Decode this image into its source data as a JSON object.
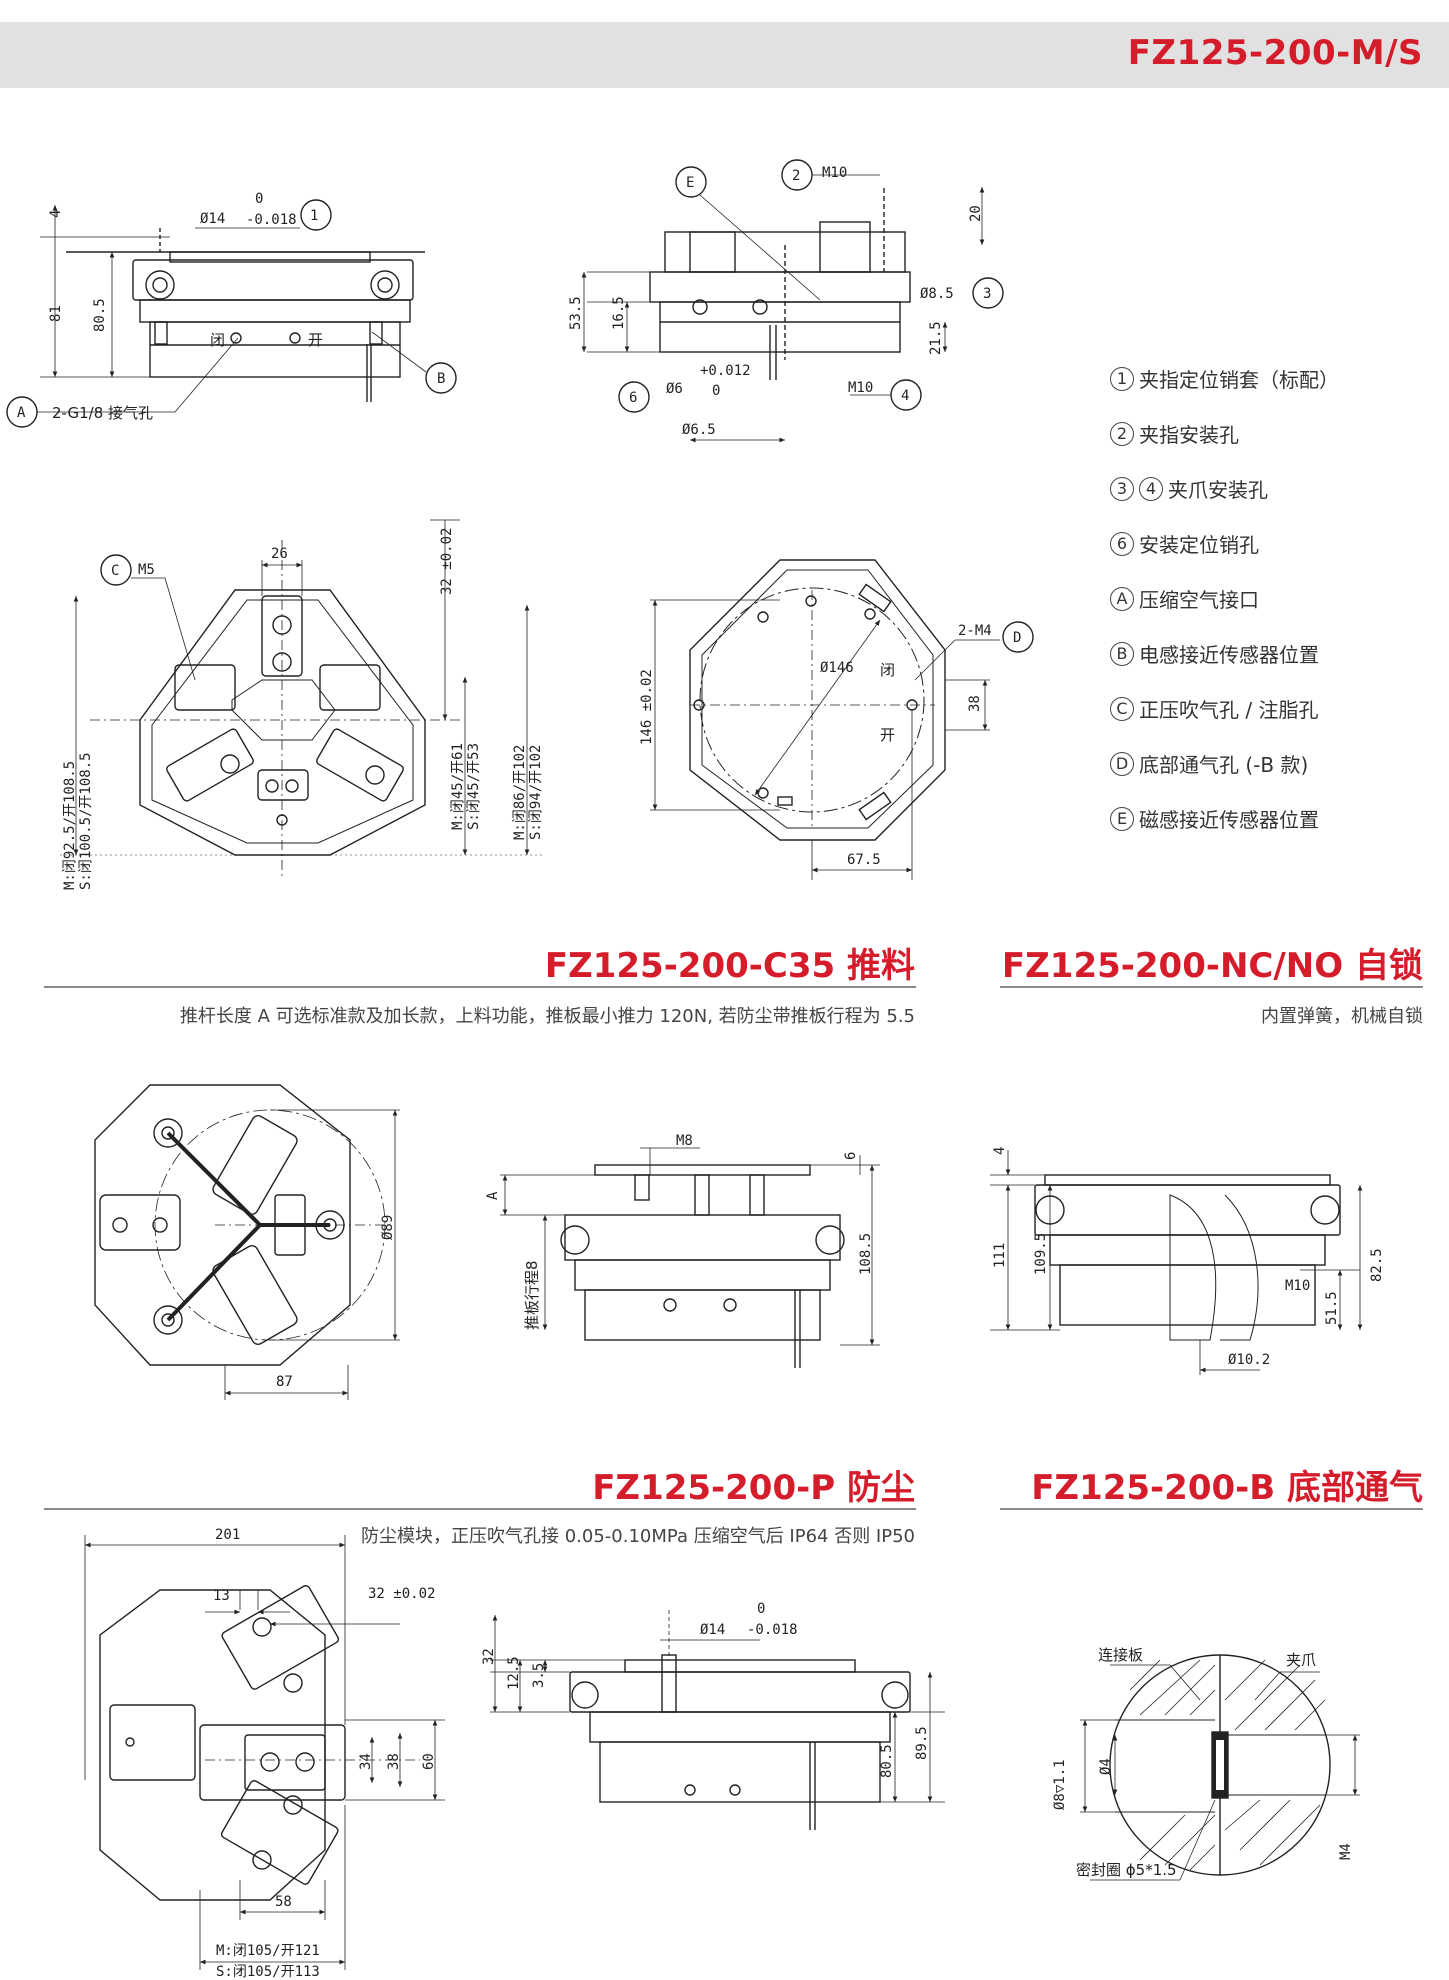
{
  "header": {
    "model": "FZ125-200-M/S"
  },
  "legend": [
    {
      "marks": [
        "1"
      ],
      "text": "夹指定位销套（标配）"
    },
    {
      "marks": [
        "2"
      ],
      "text": "夹指安装孔"
    },
    {
      "marks": [
        "3",
        "4"
      ],
      "text": "夹爪安装孔"
    },
    {
      "marks": [
        "6"
      ],
      "text": "安装定位销孔"
    },
    {
      "marks": [
        "A"
      ],
      "text": "压缩空气接口"
    },
    {
      "marks": [
        "B"
      ],
      "text": "电感接近传感器位置"
    },
    {
      "marks": [
        "C"
      ],
      "text": "正压吹气孔 / 注脂孔"
    },
    {
      "marks": [
        "D"
      ],
      "text": "底部通气孔 (-B 款)"
    },
    {
      "marks": [
        "E"
      ],
      "text": "磁感接近传感器位置"
    }
  ],
  "sections": {
    "c35": {
      "title": "FZ125-200-C35 推料",
      "desc": "推杆长度 A 可选标准款及加长款，上料功能，推板最小推力 120N, 若防尘带推板行程为 5.5"
    },
    "nc": {
      "title": "FZ125-200-NC/NO 自锁",
      "desc": "内置弹簧，机械自锁"
    },
    "p": {
      "title": "FZ125-200-P 防尘",
      "desc": "防尘模块，正压吹气孔接 0.05-0.10MPa 压缩空气后 IP64 否则 IP50"
    },
    "b": {
      "title": "FZ125-200-B 底部通气",
      "desc": ""
    }
  },
  "drawings": {
    "front_main": {
      "d14": "Ø14",
      "tol_up": "0",
      "tol_dn": "-0.018",
      "mark1": "1",
      "h4": "4",
      "h81": "81",
      "h805": "80.5",
      "close": "闭",
      "open": "开",
      "markA": "A",
      "portA": "2-G1/8 接气孔",
      "markB": "B"
    },
    "side_main": {
      "markE": "E",
      "mark2": "2",
      "m10a": "M10",
      "h20": "20",
      "h535": "53.5",
      "h165": "16.5",
      "d85": "Ø8.5",
      "mark3": "3",
      "h215": "21.5",
      "tol6up": "+0.012",
      "tol6dn": "0",
      "mark6": "6",
      "d6": "Ø6",
      "m10b": "M10",
      "mark4": "4",
      "d65": "Ø6.5"
    },
    "top_main": {
      "markC": "C",
      "m5": "M5",
      "w26": "26",
      "t32": "32 ±0.02",
      "m_l1": "M:闭92.5/开108.5",
      "s_l1": "S:闭100.5/开108.5",
      "m_l2": "M:闭45/开61",
      "s_l2": "S:闭45/开53",
      "m_l3": "M:闭86/开102",
      "s_l3": "S:闭94/开102"
    },
    "bottom_main": {
      "h146": "146 ±0.02",
      "d146": "Ø146",
      "close": "闭",
      "open": "开",
      "m4": "2-M4",
      "markD": "D",
      "h38": "38",
      "w675": "67.5"
    },
    "c35_top": {
      "d89": "Ø89",
      "w87": "87"
    },
    "c35_side": {
      "m8": "M8",
      "h6": "6",
      "a": "A",
      "stroke": "推板行程8",
      "h1085": "108.5"
    },
    "nc_side": {
      "h4": "4",
      "h111": "111",
      "h1095": "109.5",
      "m10": "M10",
      "h515": "51.5",
      "h825": "82.5",
      "d102": "Ø10.2"
    },
    "p_top": {
      "w201": "201",
      "w13": "13",
      "t32": "32 ±0.02",
      "h34": "34",
      "h38": "38",
      "h60": "60",
      "w58": "58",
      "m_l": "M:闭105/开121",
      "s_l": "S:闭105/开113"
    },
    "p_side": {
      "h32": "32",
      "h125": "12.5",
      "h35": "3.5",
      "d14": "Ø14",
      "tol_up": "0",
      "tol_dn": "-0.018",
      "h805": "80.5",
      "h895": "89.5"
    },
    "b_detail": {
      "plate": "连接板",
      "jaw": "夹爪",
      "d8": "Ø8▽1.1",
      "d4": "Ø4",
      "m4": "M4",
      "seal": "密封圈 ϕ5*1.5"
    }
  }
}
